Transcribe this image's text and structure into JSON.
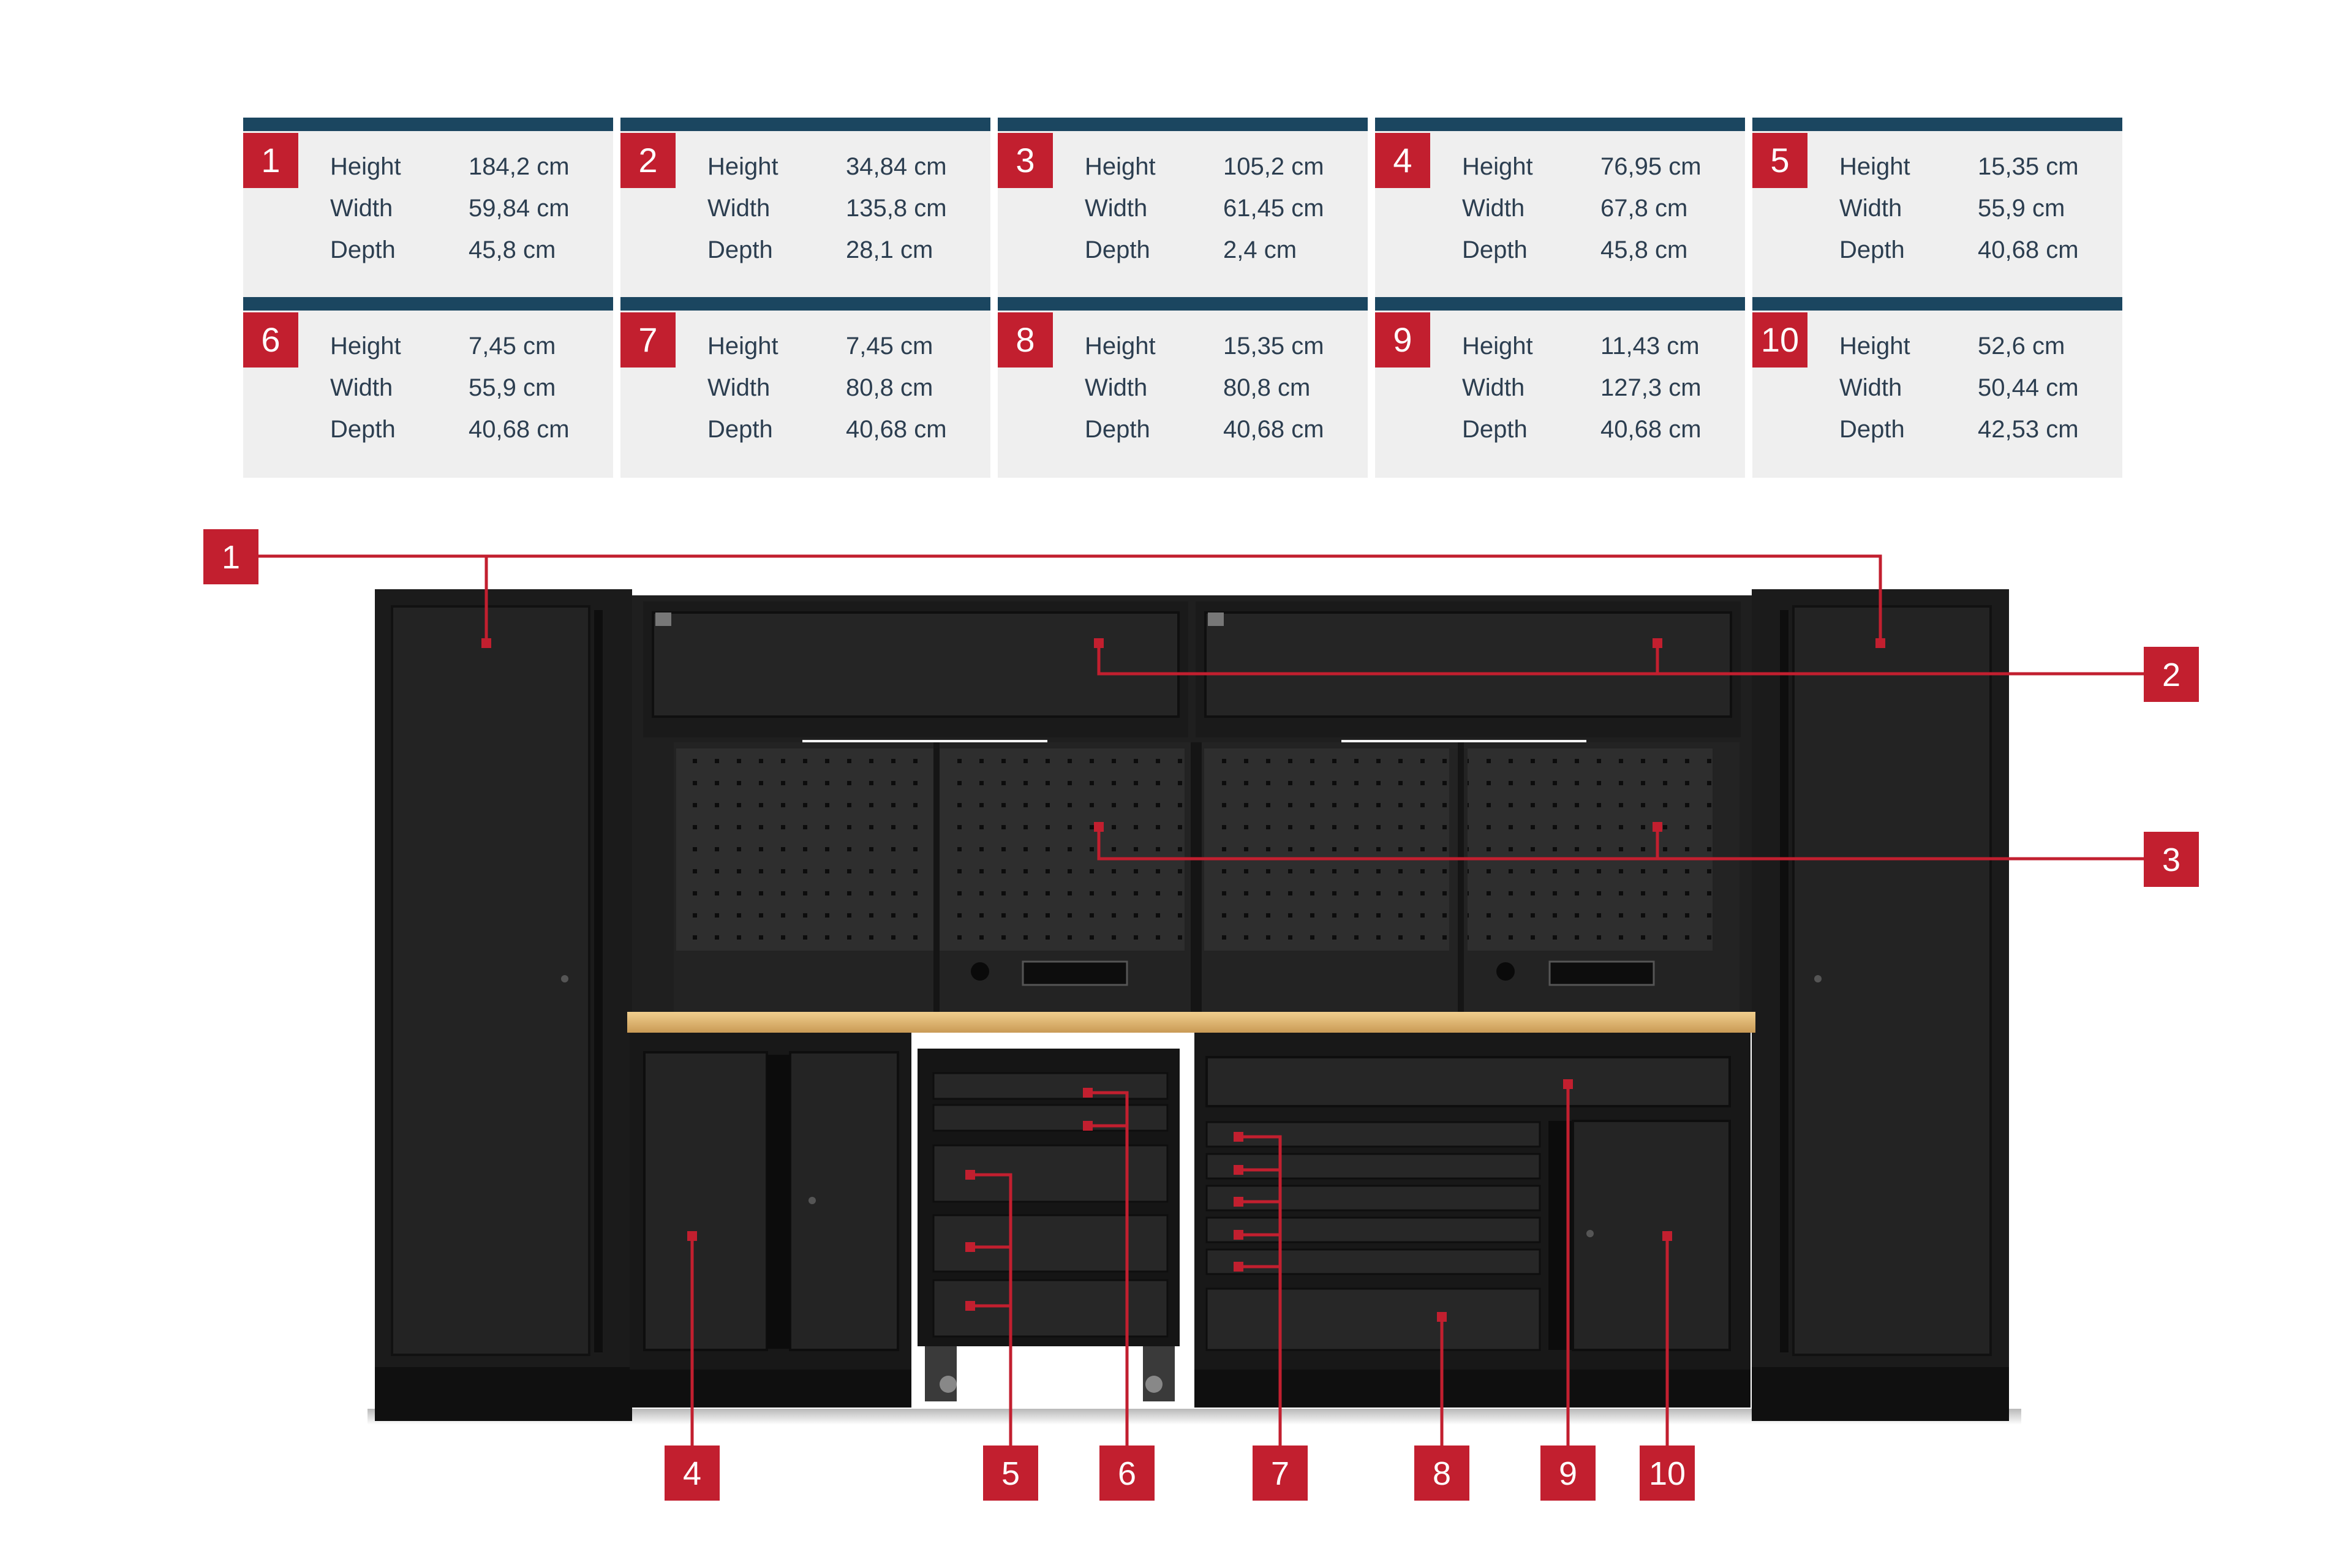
{
  "colors": {
    "bar": "#1b4660",
    "badge": "#c21f2f",
    "card": "#efefef",
    "text": "#2c3e50"
  },
  "specs": [
    {
      "num": "1",
      "rows": [
        {
          "label": "Height",
          "value": "184,2 cm"
        },
        {
          "label": "Width",
          "value": "59,84 cm"
        },
        {
          "label": "Depth",
          "value": "45,8 cm"
        }
      ]
    },
    {
      "num": "2",
      "rows": [
        {
          "label": "Height",
          "value": "34,84 cm"
        },
        {
          "label": "Width",
          "value": "135,8 cm"
        },
        {
          "label": "Depth",
          "value": "28,1 cm"
        }
      ]
    },
    {
      "num": "3",
      "rows": [
        {
          "label": "Height",
          "value": "105,2 cm"
        },
        {
          "label": "Width",
          "value": "61,45 cm"
        },
        {
          "label": "Depth",
          "value": "2,4 cm"
        }
      ]
    },
    {
      "num": "4",
      "rows": [
        {
          "label": "Height",
          "value": "76,95 cm"
        },
        {
          "label": "Width",
          "value": "67,8 cm"
        },
        {
          "label": "Depth",
          "value": "45,8 cm"
        }
      ]
    },
    {
      "num": "5",
      "rows": [
        {
          "label": "Height",
          "value": "15,35 cm"
        },
        {
          "label": "Width",
          "value": "55,9 cm"
        },
        {
          "label": "Depth",
          "value": "40,68 cm"
        }
      ]
    },
    {
      "num": "6",
      "rows": [
        {
          "label": "Height",
          "value": "7,45 cm"
        },
        {
          "label": "Width",
          "value": "55,9 cm"
        },
        {
          "label": "Depth",
          "value": "40,68 cm"
        }
      ]
    },
    {
      "num": "7",
      "rows": [
        {
          "label": "Height",
          "value": "7,45 cm"
        },
        {
          "label": "Width",
          "value": "80,8 cm"
        },
        {
          "label": "Depth",
          "value": "40,68 cm"
        }
      ]
    },
    {
      "num": "8",
      "rows": [
        {
          "label": "Height",
          "value": "15,35 cm"
        },
        {
          "label": "Width",
          "value": "80,8 cm"
        },
        {
          "label": "Depth",
          "value": "40,68 cm"
        }
      ]
    },
    {
      "num": "9",
      "rows": [
        {
          "label": "Height",
          "value": "11,43 cm"
        },
        {
          "label": "Width",
          "value": "127,3 cm"
        },
        {
          "label": "Depth",
          "value": "40,68 cm"
        }
      ]
    },
    {
      "num": "10",
      "rows": [
        {
          "label": "Height",
          "value": "52,6 cm"
        },
        {
          "label": "Width",
          "value": "50,44 cm"
        },
        {
          "label": "Depth",
          "value": "42,53 cm"
        }
      ]
    }
  ],
  "callouts": [
    "1",
    "2",
    "3",
    "4",
    "5",
    "6",
    "7",
    "8",
    "9",
    "10"
  ]
}
